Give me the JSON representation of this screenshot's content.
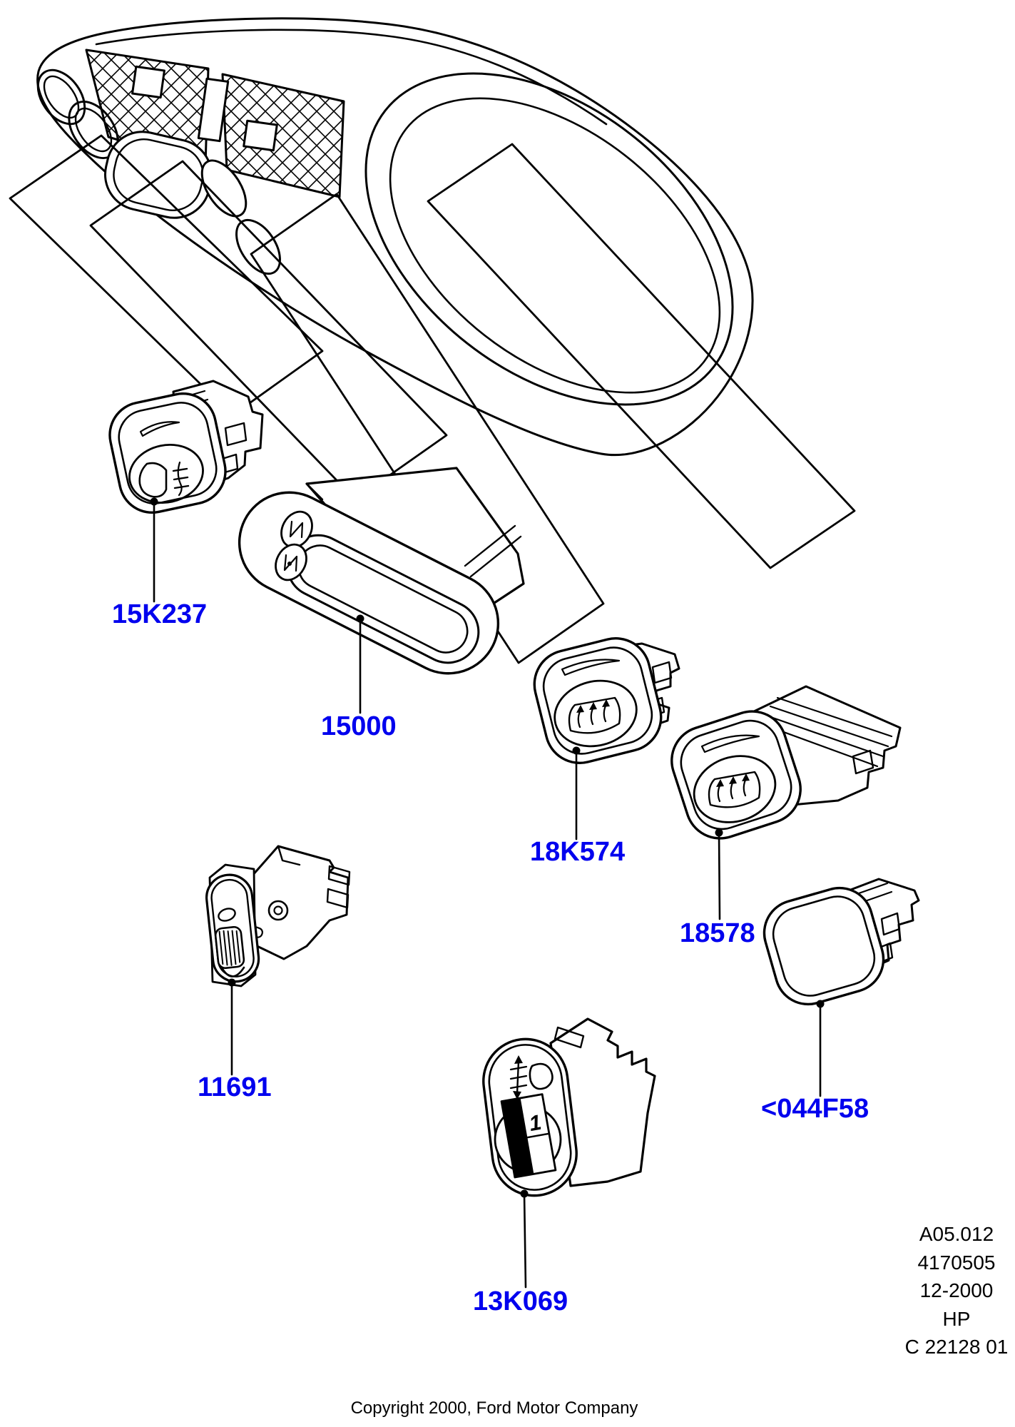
{
  "parts": [
    {
      "id": "15K237",
      "label": "15K237",
      "name": "fog-lamp-switch"
    },
    {
      "id": "15000",
      "label": "15000",
      "name": "clock-module"
    },
    {
      "id": "18K574",
      "label": "18K574",
      "name": "heated-rear-window-switch"
    },
    {
      "id": "18578",
      "label": "18578",
      "name": "heated-windshield-switch"
    },
    {
      "id": "11691",
      "label": "11691",
      "name": "panel-dimmer-switch"
    },
    {
      "id": "044F58",
      "label": "<044F58",
      "name": "blank-switch"
    },
    {
      "id": "13K069",
      "label": "13K069",
      "name": "headlamp-leveling-switch"
    }
  ],
  "plate": {
    "lines": [
      "A05.012",
      "4170505",
      "12-2000",
      "HP",
      "C 22128 01"
    ]
  },
  "footer": {
    "copyright": "Copyright 2000, Ford Motor Company"
  },
  "art": {
    "dial_text": "1"
  },
  "colors": {
    "label_blue": "#0000ee",
    "line_black": "#000000",
    "background": "#ffffff"
  }
}
